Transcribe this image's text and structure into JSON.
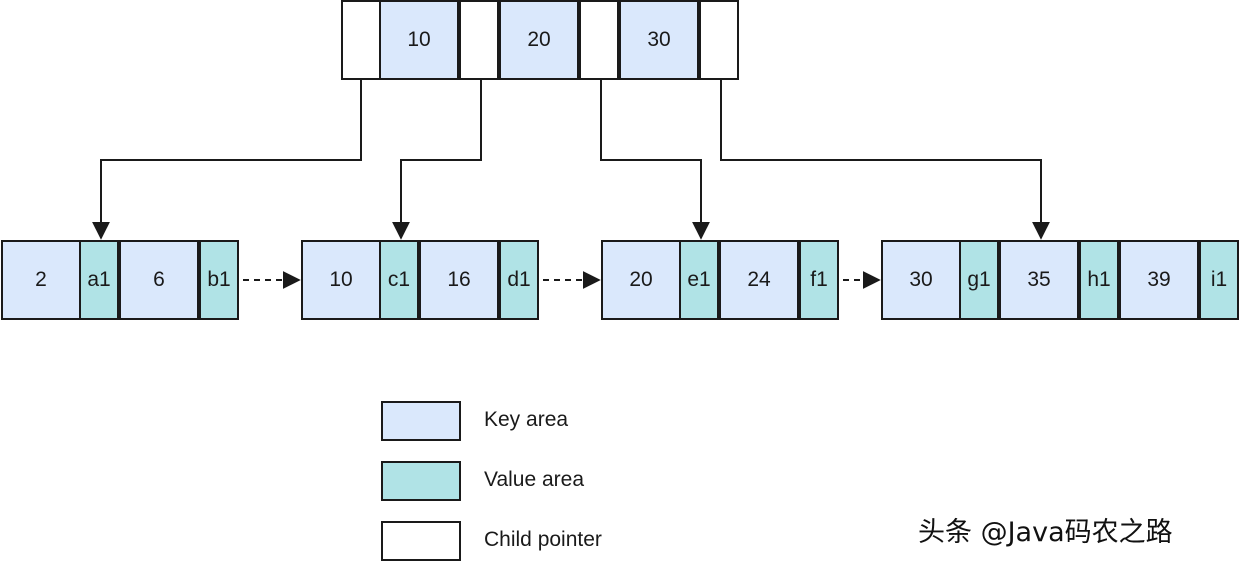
{
  "colors": {
    "key": "#dae8fc",
    "value": "#b0e3e6",
    "pointer": "#ffffff",
    "stroke": "#1a1a1a"
  },
  "root": {
    "cells": [
      {
        "kind": "pointer",
        "text": ""
      },
      {
        "kind": "key",
        "text": "10"
      },
      {
        "kind": "pointer",
        "text": ""
      },
      {
        "kind": "key",
        "text": "20"
      },
      {
        "kind": "pointer",
        "text": ""
      },
      {
        "kind": "key",
        "text": "30"
      },
      {
        "kind": "pointer",
        "text": ""
      }
    ]
  },
  "leaves": [
    {
      "cells": [
        {
          "kind": "key",
          "text": "2"
        },
        {
          "kind": "value",
          "text": "a1"
        },
        {
          "kind": "key",
          "text": "6"
        },
        {
          "kind": "value",
          "text": "b1"
        }
      ]
    },
    {
      "cells": [
        {
          "kind": "key",
          "text": "10"
        },
        {
          "kind": "value",
          "text": "c1"
        },
        {
          "kind": "key",
          "text": "16"
        },
        {
          "kind": "value",
          "text": "d1"
        }
      ]
    },
    {
      "cells": [
        {
          "kind": "key",
          "text": "20"
        },
        {
          "kind": "value",
          "text": "e1"
        },
        {
          "kind": "key",
          "text": "24"
        },
        {
          "kind": "value",
          "text": "f1"
        }
      ]
    },
    {
      "cells": [
        {
          "kind": "key",
          "text": "30"
        },
        {
          "kind": "value",
          "text": "g1"
        },
        {
          "kind": "key",
          "text": "35"
        },
        {
          "kind": "value",
          "text": "h1"
        },
        {
          "kind": "key",
          "text": "39"
        },
        {
          "kind": "value",
          "text": "i1"
        }
      ]
    }
  ],
  "legend": {
    "key_label": "Key area",
    "value_label": "Value area",
    "pointer_label": "Child pointer"
  },
  "watermark": "头条 @Java码农之路"
}
